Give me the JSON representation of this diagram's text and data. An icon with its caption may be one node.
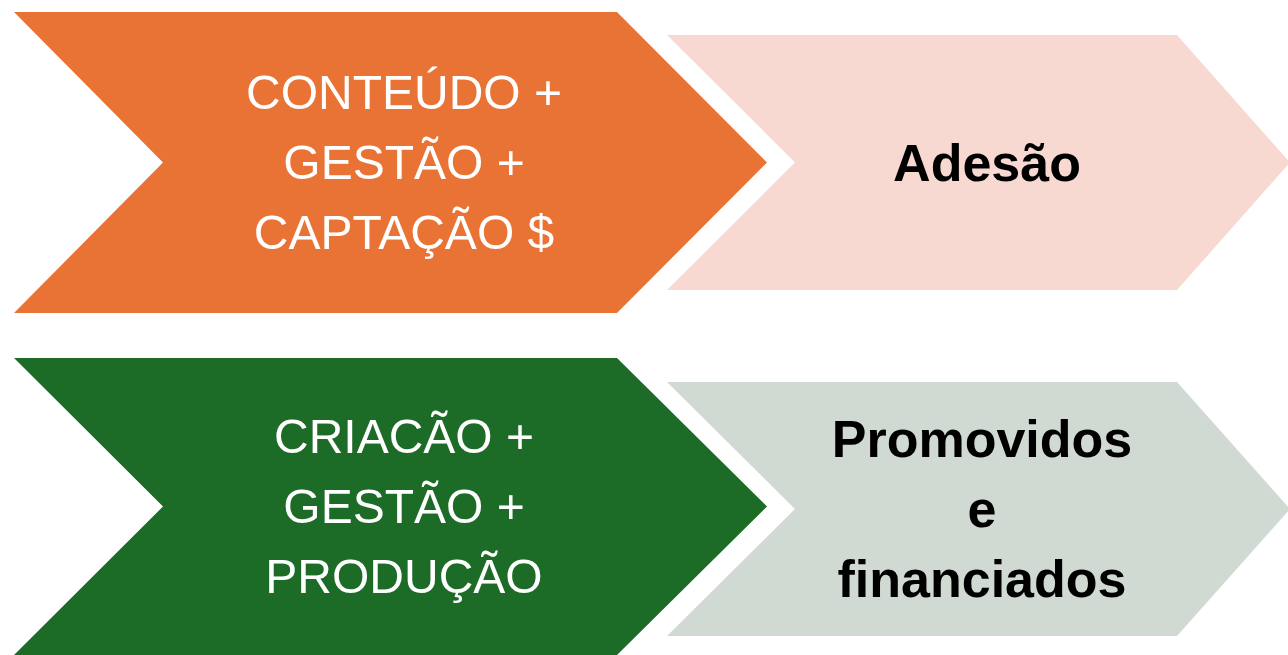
{
  "diagram": {
    "nodes": [
      {
        "text": [
          "CONTEÚDO + GESTÃO + CAPTAÇÃO $"
        ]
      },
      {
        "text": [
          "Adesão"
        ]
      },
      {
        "text": [
          "CRIACÃO + GESTÃO + PRODUÇÃO"
        ]
      },
      {
        "text": [
          "Promovidos e financiados"
        ]
      }
    ]
  }
}
